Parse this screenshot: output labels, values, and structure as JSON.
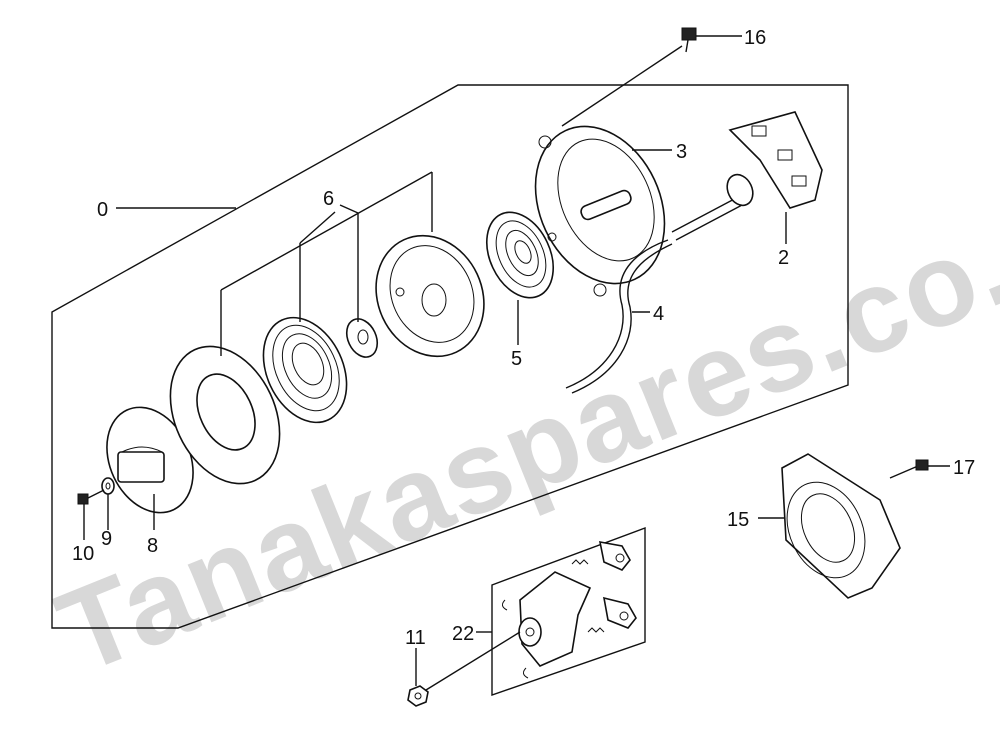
{
  "watermark": {
    "text": "Tanakaspares.co.uk",
    "color": "#d8d8d8"
  },
  "callouts": {
    "c0": "0",
    "c2": "2",
    "c3": "3",
    "c4": "4",
    "c5": "5",
    "c6": "6",
    "c8": "8",
    "c9": "9",
    "c10": "10",
    "c11": "11",
    "c15": "15",
    "c16": "16",
    "c17": "17",
    "c22": "22"
  }
}
